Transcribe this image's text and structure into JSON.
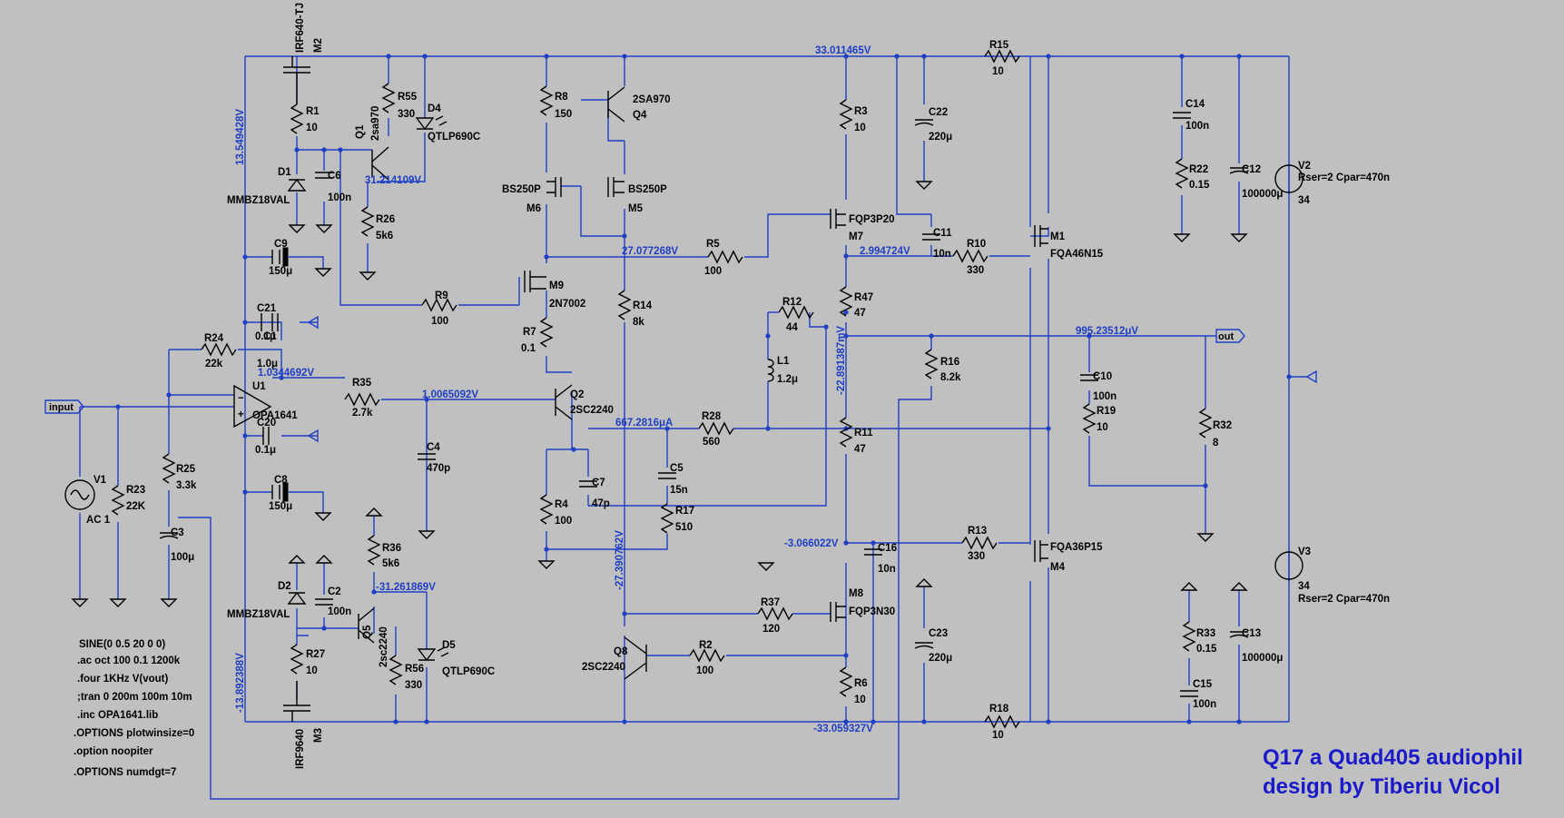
{
  "title_lines": [
    "Q17 a Quad405 audiophil",
    "design by Tiberiu Vicol"
  ],
  "nodes": {
    "input": "input",
    "out": "out"
  },
  "voltages": {
    "v1": "33.011465V",
    "v2": "13.549428V",
    "v3": "31.214109V",
    "v4": "27.077268V",
    "v5": "2.994724V",
    "v6": "995.23512μV",
    "v7": "-22.891387mV",
    "v8": "1.0344692V",
    "v9": "1.0065092V",
    "v10": "667.2816μA",
    "v11": "-27.390762V",
    "v12": "-3.066022V",
    "v13": "-31.261869V",
    "v14": "-13.892388V",
    "v15": "-33.059327V"
  },
  "parts": {
    "M2": {
      "ref": "M2",
      "value": "IRF640-TJ"
    },
    "R1": {
      "ref": "R1",
      "value": "10"
    },
    "D1": {
      "ref": "D1",
      "value": "MMBZ18VAL"
    },
    "C6": {
      "ref": "C6",
      "value": "100n"
    },
    "Q1": {
      "ref": "Q1",
      "value": "2sa970"
    },
    "R55": {
      "ref": "R55",
      "value": "330"
    },
    "D4": {
      "ref": "D4",
      "value": "QTLP690C"
    },
    "R26": {
      "ref": "R26",
      "value": "5k6"
    },
    "C9": {
      "ref": "C9",
      "value": "150μ"
    },
    "R8": {
      "ref": "R8",
      "value": "150"
    },
    "Q4": {
      "ref": "Q4",
      "value": "2SA970"
    },
    "M6": {
      "ref": "M6",
      "value": "BS250P"
    },
    "M5": {
      "ref": "M5",
      "value": "BS250P"
    },
    "R5": {
      "ref": "R5",
      "value": "100"
    },
    "M9": {
      "ref": "M9",
      "value": "2N7002"
    },
    "R9": {
      "ref": "R9",
      "value": "100"
    },
    "R7": {
      "ref": "R7",
      "value": "0.1"
    },
    "R14": {
      "ref": "R14",
      "value": "8k"
    },
    "R3": {
      "ref": "R3",
      "value": "10"
    },
    "C22": {
      "ref": "C22",
      "value": "220μ"
    },
    "R15": {
      "ref": "R15",
      "value": "10"
    },
    "C14": {
      "ref": "C14",
      "value": "100n"
    },
    "R22": {
      "ref": "R22",
      "value": "0.15"
    },
    "C12": {
      "ref": "C12",
      "value": "100000μ"
    },
    "V2": {
      "ref": "V2",
      "value": "34",
      "extra": "Rser=2 Cpar=470n"
    },
    "M7": {
      "ref": "M7",
      "value": "FQP3P20"
    },
    "C11": {
      "ref": "C11",
      "value": "10n"
    },
    "R10": {
      "ref": "R10",
      "value": "330"
    },
    "M1": {
      "ref": "M1",
      "value": "FQA46N15"
    },
    "R12": {
      "ref": "R12",
      "value": "44"
    },
    "R47": {
      "ref": "R47",
      "value": "47"
    },
    "L1": {
      "ref": "L1",
      "value": "1.2μ"
    },
    "R16": {
      "ref": "R16",
      "value": "8.2k"
    },
    "C10": {
      "ref": "C10",
      "value": "100n"
    },
    "R19": {
      "ref": "R19",
      "value": "10"
    },
    "R32": {
      "ref": "R32",
      "value": "8"
    },
    "C21": {
      "ref": "C21",
      "value": "0.1μ"
    },
    "C1": {
      "ref": "C1",
      "value": "1.0μ"
    },
    "R24": {
      "ref": "R24",
      "value": "22k"
    },
    "U1": {
      "ref": "U1",
      "value": "OPA1641"
    },
    "C20": {
      "ref": "C20",
      "value": "0.1μ"
    },
    "R35": {
      "ref": "R35",
      "value": "2.7k"
    },
    "Q2": {
      "ref": "Q2",
      "value": "2SC2240"
    },
    "R28": {
      "ref": "R28",
      "value": "560"
    },
    "R11": {
      "ref": "R11",
      "value": "47"
    },
    "C4": {
      "ref": "C4",
      "value": "470p"
    },
    "C5": {
      "ref": "C5",
      "value": "15n"
    },
    "R17": {
      "ref": "R17",
      "value": "510"
    },
    "C7": {
      "ref": "C7",
      "value": "47p"
    },
    "R4": {
      "ref": "R4",
      "value": "100"
    },
    "V1": {
      "ref": "V1",
      "value": "AC 1"
    },
    "R23": {
      "ref": "R23",
      "value": "22K"
    },
    "R25": {
      "ref": "R25",
      "value": "3.3k"
    },
    "C3": {
      "ref": "C3",
      "value": "100μ"
    },
    "C8": {
      "ref": "C8",
      "value": "150μ"
    },
    "R36": {
      "ref": "R36",
      "value": "5k6"
    },
    "D2": {
      "ref": "D2",
      "value": "MMBZ18VAL"
    },
    "C2": {
      "ref": "C2",
      "value": "100n"
    },
    "Q5": {
      "ref": "Q5",
      "value": "2sc2240"
    },
    "D5": {
      "ref": "D5",
      "value": "QTLP690C"
    },
    "R27": {
      "ref": "R27",
      "value": "10"
    },
    "R56": {
      "ref": "R56",
      "value": "330"
    },
    "M3": {
      "ref": "M3",
      "value": "IRF9640"
    },
    "C16": {
      "ref": "C16",
      "value": "10n"
    },
    "R13": {
      "ref": "R13",
      "value": "330"
    },
    "M4": {
      "ref": "M4",
      "value": "FQA36P15"
    },
    "M8": {
      "ref": "M8",
      "value": "FQP3N30"
    },
    "R37": {
      "ref": "R37",
      "value": "120"
    },
    "Q8": {
      "ref": "Q8",
      "value": "2SC2240"
    },
    "R2": {
      "ref": "R2",
      "value": "100"
    },
    "R6": {
      "ref": "R6",
      "value": "10"
    },
    "C23": {
      "ref": "C23",
      "value": "220μ"
    },
    "R18": {
      "ref": "R18",
      "value": "10"
    },
    "R33": {
      "ref": "R33",
      "value": "0.15"
    },
    "C13": {
      "ref": "C13",
      "value": "100000μ"
    },
    "C15": {
      "ref": "C15",
      "value": "100n"
    },
    "V3": {
      "ref": "V3",
      "value": "34",
      "extra": "Rser=2 Cpar=470n"
    }
  },
  "directives": [
    "SINE(0 0.5 20 0 0)",
    ".ac oct 100 0.1 1200k",
    ".four 1KHz V(vout)",
    ";tran 0 200m 100m 10m",
    ".inc OPA1641.lib",
    ".OPTIONS plotwinsize=0",
    ".option noopiter",
    ".OPTIONS numdgt=7"
  ]
}
